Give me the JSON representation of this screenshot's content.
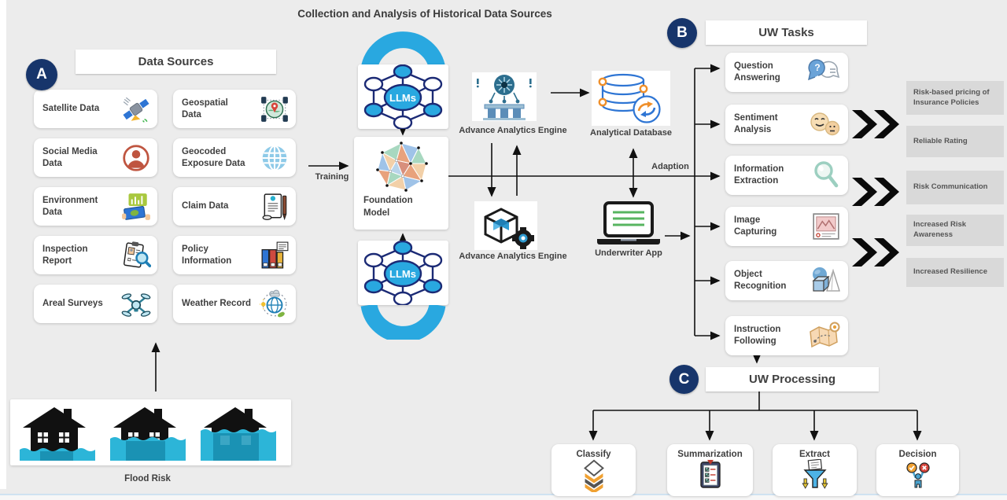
{
  "title": "Collection and Analysis of Historical Data Sources",
  "colors": {
    "badge_navy": "#17356b",
    "accent_blue": "#29a8e0",
    "network_navy": "#1b2a75",
    "outcome_gray": "#d9d9d9",
    "arrow_black": "#111111",
    "background": "#ececec"
  },
  "data_sources": {
    "badge": "A",
    "header": "Data Sources",
    "items": [
      {
        "label": "Satellite Data",
        "icon": "satellite-icon"
      },
      {
        "label": "Geospatial Data",
        "icon": "geospatial-icon"
      },
      {
        "label": "Social Media Data",
        "icon": "social-media-icon"
      },
      {
        "label": "Geocoded Exposure Data",
        "icon": "globe-icon"
      },
      {
        "label": "Environment Data",
        "icon": "environment-chart-icon"
      },
      {
        "label": "Claim Data",
        "icon": "claim-document-icon"
      },
      {
        "label": "Inspection Report",
        "icon": "inspection-magnifier-icon"
      },
      {
        "label": "Policy Information",
        "icon": "policy-binders-icon"
      },
      {
        "label": "Areal Surveys",
        "icon": "drone-icon"
      },
      {
        "label": "Weather Record",
        "icon": "weather-globe-icon"
      }
    ],
    "flood_label": "Flood Risk"
  },
  "pipeline": {
    "training_label": "Training",
    "adaption_label": "Adaption",
    "llms_top_label": "LLMs",
    "llms_bottom_label": "LLMs",
    "foundation_model_label": "Foundation Model",
    "top_engine_label": "Advance Analytics Engine",
    "bottom_engine_label": "Advance Analytics Engine",
    "analytical_db_label": "Analytical Database",
    "underwriter_app_label": "Underwriter App"
  },
  "uw_tasks": {
    "badge": "B",
    "header": "UW Tasks",
    "items": [
      {
        "label": "Question Answering",
        "icon": "question-bubbles-icon",
        "glyph": "?"
      },
      {
        "label": "Sentiment Analysis",
        "icon": "emoji-faces-icon"
      },
      {
        "label": "Information Extraction",
        "icon": "magnifier-icon"
      },
      {
        "label": "Image Capturing",
        "icon": "picture-frame-icon"
      },
      {
        "label": "Object Recognition",
        "icon": "shapes-3d-icon"
      },
      {
        "label": "Instruction Following",
        "icon": "map-route-icon"
      }
    ]
  },
  "outcomes": {
    "items": [
      {
        "label": "Risk-based pricing of Insurance Policies"
      },
      {
        "label": "Reliable Rating"
      },
      {
        "label": "Risk Communication"
      },
      {
        "label": "Increased Risk Awareness"
      },
      {
        "label": "Increased Resilience"
      }
    ]
  },
  "uw_processing": {
    "badge": "C",
    "header": "UW Processing",
    "items": [
      {
        "label": "Classify",
        "icon": "layers-diamond-icon"
      },
      {
        "label": "Summarization",
        "icon": "checklist-icon"
      },
      {
        "label": "Extract",
        "icon": "funnel-icon"
      },
      {
        "label": "Decision",
        "icon": "decision-signs-icon"
      }
    ]
  }
}
